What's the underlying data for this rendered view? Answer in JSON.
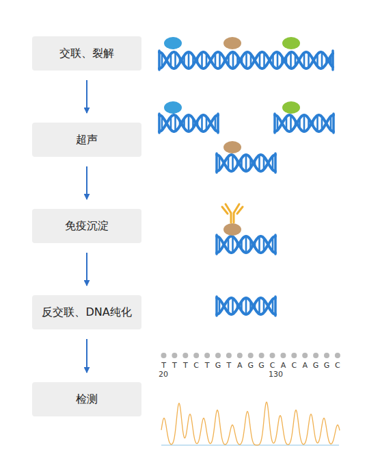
{
  "diagram": {
    "nodes": [
      {
        "text": [
          "交联、裂解"
        ]
      },
      {
        "text": [
          "超声"
        ]
      },
      {
        "text": [
          "免疫沉淀"
        ]
      },
      {
        "text": [
          "反交联、DNA纯化"
        ]
      },
      {
        "text": [
          "检测"
        ]
      }
    ],
    "edges": [
      {
        "from": 0,
        "to": 1,
        "arrow": "to"
      },
      {
        "from": 1,
        "to": 2,
        "arrow": "to"
      },
      {
        "from": 2,
        "to": 3,
        "arrow": "to"
      },
      {
        "from": 3,
        "to": 4,
        "arrow": "to"
      }
    ],
    "labels": [
      "T",
      "T",
      "T",
      "C",
      "T",
      "G",
      "T",
      "A",
      "G",
      "G",
      "C",
      "A",
      "C",
      "A",
      "G",
      "G",
      "C",
      "20",
      "130"
    ]
  }
}
